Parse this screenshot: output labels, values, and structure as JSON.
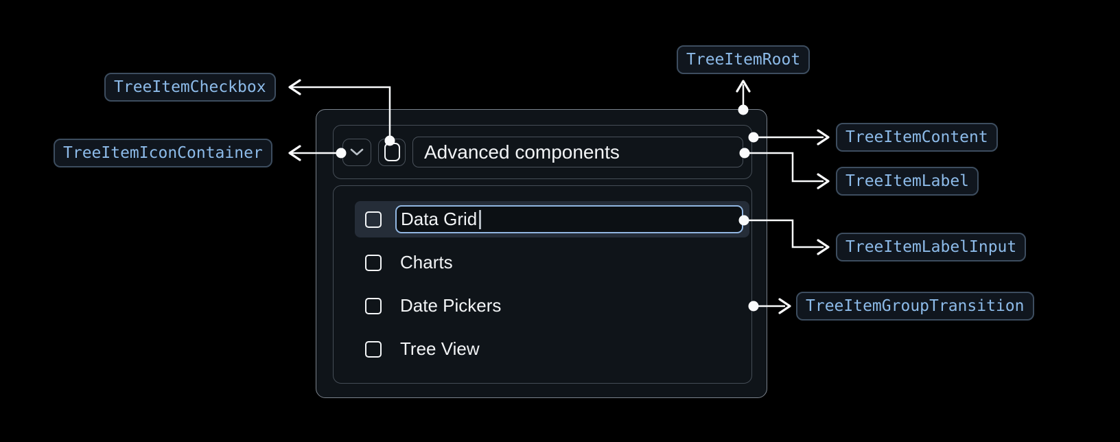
{
  "annotations": {
    "root": "TreeItemRoot",
    "content": "TreeItemContent",
    "label": "TreeItemLabel",
    "label_input": "TreeItemLabelInput",
    "group_transition": "TreeItemGroupTransition",
    "checkbox": "TreeItemCheckbox",
    "icon_container": "TreeItemIconContainer"
  },
  "tree": {
    "parent": {
      "label": "Advanced components",
      "state": "expanded",
      "checkbox_checked": false
    },
    "editing_item": {
      "value": "Data Grid",
      "selected": true,
      "checkbox_checked": false
    },
    "items": [
      "Charts",
      "Date Pickers",
      "Tree View"
    ]
  },
  "icons": {
    "expander": "chevron-down",
    "item_checkbox": "unchecked-square",
    "text_cursor": "caret"
  },
  "colors": {
    "background": "#000000",
    "card_background": "#0f1419",
    "card_border": "#7b838d",
    "inner_border": "#454d56",
    "selected_row_background": "#252d38",
    "input_focus_border": "#92b7e2",
    "annotation_text": "#8dbbe9",
    "annotation_border": "#3d4d5f",
    "annotation_background": "#10161e",
    "connector": "#fafbfc",
    "text": "#f2f4f6"
  }
}
